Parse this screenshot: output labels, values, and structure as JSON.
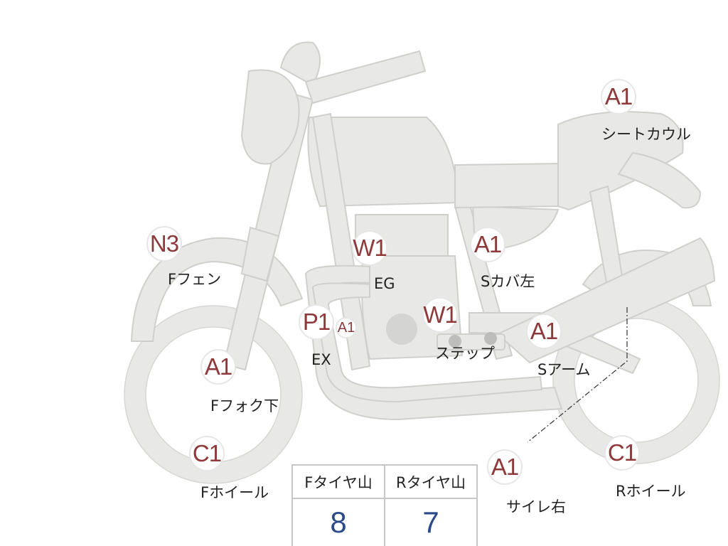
{
  "parts": [
    {
      "key": "seat-cowl",
      "grade": "A1",
      "label": "シートカウル"
    },
    {
      "key": "f-fender",
      "grade": "N3",
      "label": "Fフェン"
    },
    {
      "key": "engine",
      "grade": "W1",
      "label": "EG"
    },
    {
      "key": "s-cover-left",
      "grade": "A1",
      "label": "Sカバ左"
    },
    {
      "key": "exhaust",
      "grade": "P1",
      "label": "EX"
    },
    {
      "key": "exhaust-sub",
      "grade": "A1",
      "label": ""
    },
    {
      "key": "step",
      "grade": "W1",
      "label": "ステップ"
    },
    {
      "key": "s-arm",
      "grade": "A1",
      "label": "Sアーム"
    },
    {
      "key": "f-fork-lower",
      "grade": "A1",
      "label": "Fフォク下"
    },
    {
      "key": "f-wheel",
      "grade": "C1",
      "label": "Fホイール"
    },
    {
      "key": "silencer-right",
      "grade": "A1",
      "label": "サイレ右"
    },
    {
      "key": "r-wheel",
      "grade": "C1",
      "label": "Rホイール"
    }
  ],
  "tyre_table": {
    "headers": [
      "Fタイヤ山",
      "Rタイヤ山"
    ],
    "values": [
      "8",
      "7"
    ]
  },
  "colors": {
    "body_fill": "#e8e8e6",
    "body_stroke": "#cfcfcc",
    "grade_text": "#8e3a3a",
    "value_text": "#2a4a88"
  }
}
